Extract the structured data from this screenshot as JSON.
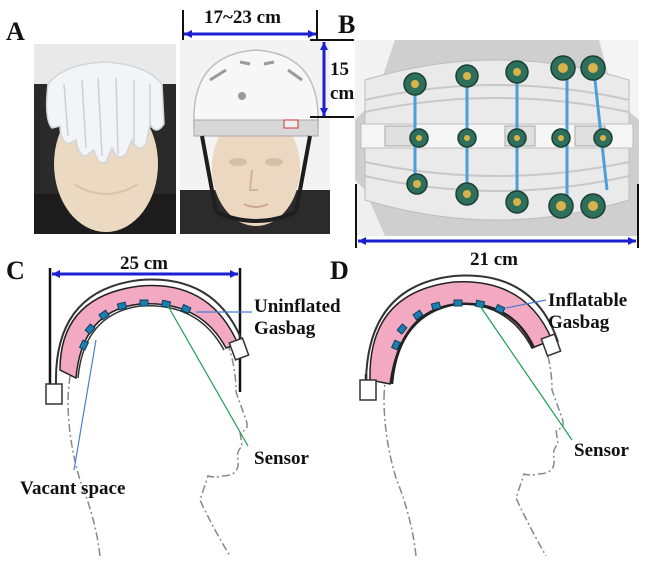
{
  "panels": {
    "a": {
      "letter": "A"
    },
    "b": {
      "letter": "B"
    },
    "c": {
      "letter": "C"
    },
    "d": {
      "letter": "D"
    }
  },
  "dimensions": {
    "helmet_width": "17~23 cm",
    "helmet_height_line1": "15",
    "helmet_height_line2": "cm",
    "inner_width": "21 cm",
    "head_length": "25 cm"
  },
  "labels_c": {
    "gasbag_line1": "Uninflated",
    "gasbag_line2": "Gasbag",
    "sensor": "Sensor",
    "vacant": "Vacant space"
  },
  "labels_d": {
    "gasbag_line1": "Inflatable",
    "gasbag_line2": "Gasbag",
    "sensor": "Sensor"
  },
  "colors": {
    "dimension_line": "#1a1fd0",
    "gasbag_fill": "#f4a9c3",
    "sensor_fill": "#1a7fb0",
    "sensor_leader": "#1aa050",
    "vacant_leader": "#4a7fd0"
  }
}
